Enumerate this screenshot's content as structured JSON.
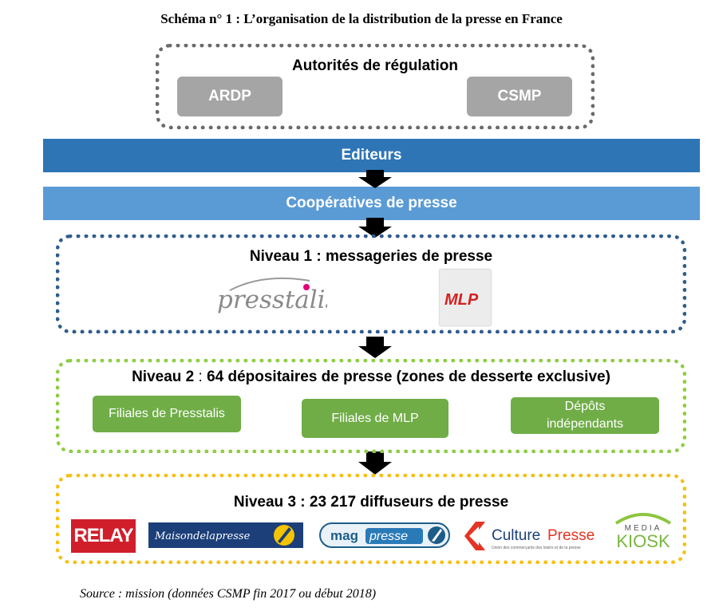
{
  "title": "Schéma n° 1 :  L’organisation de la distribution de la presse en France",
  "regulation": {
    "heading": "Autorités de régulation",
    "left": "ARDP",
    "right": "CSMP"
  },
  "editeurs": "Editeurs",
  "cooperatives": "Coopératives de presse",
  "level1": {
    "heading": "Niveau 1 : messageries de presse",
    "logo_left": "presstalis",
    "logo_right": "MLP"
  },
  "level2": {
    "heading_bold": "Niveau 2",
    "heading_sep": " : ",
    "heading_rest": "64 dépositaires de presse (zones de desserte exclusive)",
    "boxes": [
      "Filiales de Presstalis",
      "Filiales de MLP",
      "Dépôts indépendants"
    ]
  },
  "level3": {
    "heading": "Niveau 3 : 23 217 diffuseurs de presse",
    "logos": {
      "relay": "RELAY",
      "maison": "Maisondelapresse",
      "mag1": "mag",
      "mag2": "presse",
      "culture1": "Culture",
      "culture2": "Presse",
      "culture_sub": "Union des commerçants des loisirs et de la presse",
      "media": "MEDIA",
      "kiosk": "KIOSK"
    }
  },
  "source": "Source : mission (données CSMP fin 2017 ou début 2018)",
  "colors": {
    "editeurs_bar": "#2e75b6",
    "cooperatives_bar": "#5b9bd5",
    "level1_border": "#2f5d8c",
    "level2_border": "#8fcd45",
    "level3_border": "#f4c118",
    "green_box": "#70ad47",
    "grey_box": "#a5a5a5"
  }
}
